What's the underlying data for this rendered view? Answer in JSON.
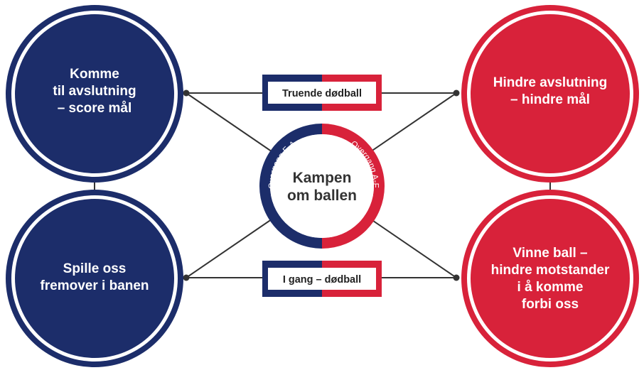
{
  "colors": {
    "navy": "#1c2d6a",
    "red": "#d8223a",
    "connector": "#333333"
  },
  "circles": {
    "top_left": [
      "Komme",
      "til avslutning",
      "– score mål"
    ],
    "bottom_left": [
      "Spille oss",
      "fremover i banen"
    ],
    "top_right": [
      "Hindre avslutning",
      "– hindre mål"
    ],
    "bottom_right": [
      "Vinne ball –",
      "hindre motstander",
      "i å komme",
      "forbi oss"
    ]
  },
  "center": {
    "title": [
      "Kampen",
      "om ballen"
    ],
    "ring_left": "Overgang F-A",
    "ring_right": "Overgang A-F"
  },
  "boxes": {
    "top": "Truende dødball",
    "bottom": "I gang – dødball"
  }
}
